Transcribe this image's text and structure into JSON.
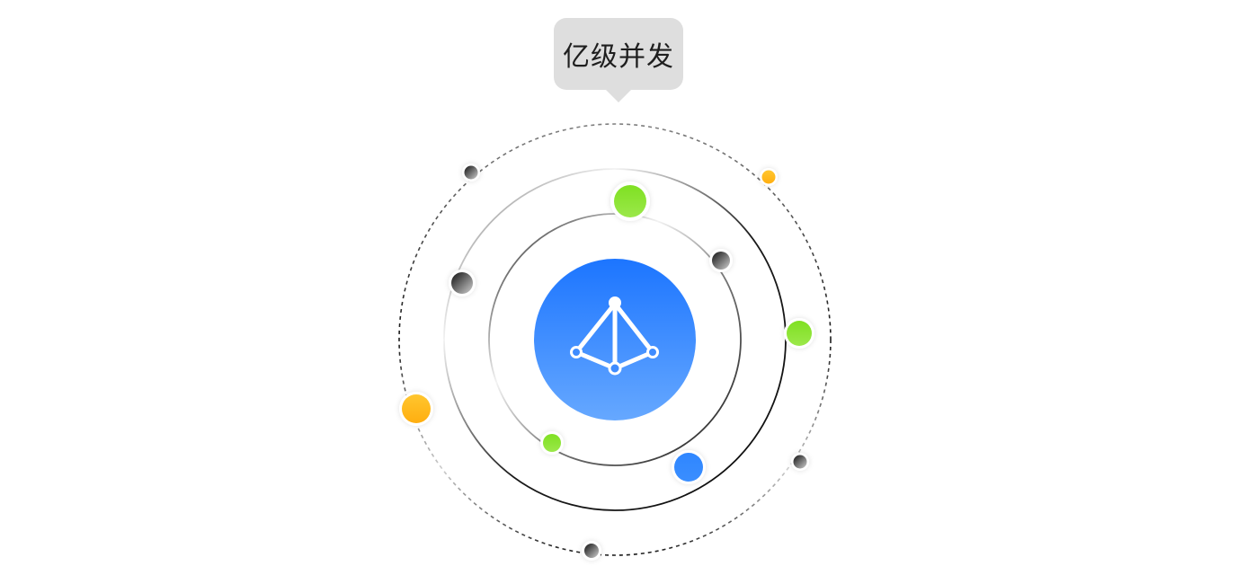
{
  "tooltip": {
    "label": "亿级并发"
  },
  "colors": {
    "core_top": "#1c75ff",
    "core_bottom": "#66a8ff",
    "green": "#7fe022",
    "yellow": "#ffbf1f",
    "blue": "#2f86ff",
    "dark": "#3a3a3a"
  },
  "center_icon": "network-triangle-icon",
  "satellites": [
    {
      "name": "satellite-green-top",
      "color": "green"
    },
    {
      "name": "satellite-dark-inner-right",
      "color": "dark"
    },
    {
      "name": "satellite-dark-left",
      "color": "dark"
    },
    {
      "name": "satellite-green-right",
      "color": "green"
    },
    {
      "name": "satellite-green-inner-bottom",
      "color": "green"
    },
    {
      "name": "satellite-blue-bottom",
      "color": "blue"
    },
    {
      "name": "satellite-yellow-left",
      "color": "yellow"
    },
    {
      "name": "satellite-yellow-top-right",
      "color": "yellow"
    },
    {
      "name": "satellite-dark-top-left",
      "color": "dark"
    },
    {
      "name": "satellite-dark-bottom-right",
      "color": "dark"
    },
    {
      "name": "satellite-dark-bottom",
      "color": "dark"
    }
  ]
}
